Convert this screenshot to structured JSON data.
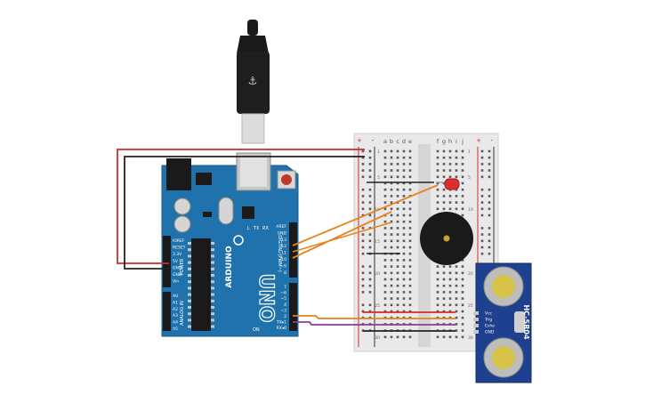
{
  "board": {
    "logo": "ARDUINO",
    "model": "UNO",
    "power_label": "POWER",
    "analog_label": "ANALOG IN",
    "digital_label": "DIGITAL (PWM~)",
    "tx_label": "TX",
    "rx_label": "RX",
    "on_label": "ON",
    "l_label": "L",
    "power_pins": [
      "IOREF",
      "RESET",
      "3.3V",
      "5V",
      "GND",
      "GND",
      "Vin"
    ],
    "analog_pins": [
      "A0",
      "A1",
      "A2",
      "A3",
      "A4",
      "A5"
    ],
    "digital_upper_pins": [
      "AREF",
      "GND",
      "13",
      "12",
      "~11",
      "~10",
      "~9",
      "8"
    ],
    "digital_lower_pins": [
      "7",
      "~6",
      "~5",
      "4",
      "~3",
      "2",
      "TX▸1",
      "RX◂0"
    ]
  },
  "breadboard": {
    "columns": [
      "a",
      "b",
      "c",
      "d",
      "e",
      "f",
      "g",
      "h",
      "i",
      "j"
    ],
    "rail_plus": "+",
    "rail_minus": "-",
    "row_numbers": [
      "1",
      "5",
      "10",
      "15",
      "20",
      "25",
      "30"
    ]
  },
  "sensor": {
    "label": "HC-SR04",
    "pins": [
      "Vcc",
      "Trig",
      "Echo",
      "GND"
    ]
  },
  "colors": {
    "board": "#1d6fa8",
    "board_dark": "#124e78",
    "breadboard": "#ececec",
    "wire_red": "#d22b2b",
    "wire_black": "#222222",
    "wire_orange": "#e8821c",
    "wire_purple": "#8e3aa0",
    "led": "#d83030",
    "buzzer": "#1a1a1a",
    "sensor": "#1f3f8f"
  },
  "parts": {
    "usb": "usb-cable",
    "led": "red-led",
    "buzzer": "piezo-buzzer"
  }
}
